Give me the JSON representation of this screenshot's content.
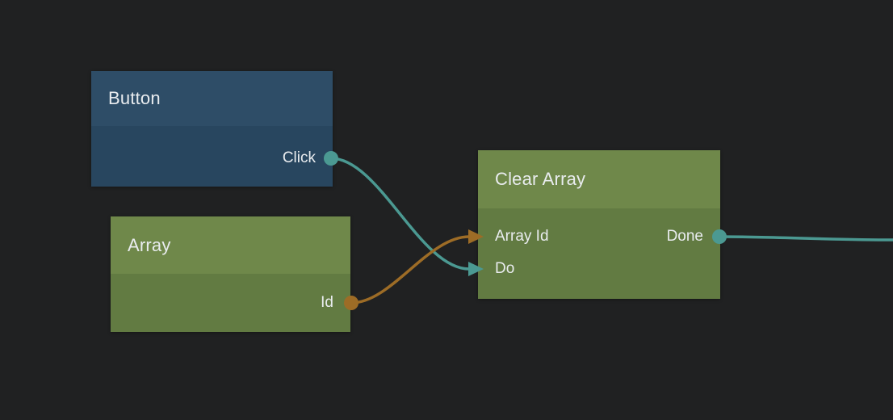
{
  "canvas": {
    "background": "#202122",
    "colors": {
      "signal_teal": "#4b9992",
      "data_orange": "#9d6c26",
      "text": "#e9ecef",
      "blue_header": "#2e4d67",
      "blue_body": "#28465f",
      "green_header": "#6f884a",
      "green_body": "#627b42"
    }
  },
  "nodes": [
    {
      "id": "button",
      "title": "Button",
      "color": "blue",
      "outputs": [
        {
          "label": "Click",
          "kind": "signal"
        }
      ]
    },
    {
      "id": "array",
      "title": "Array",
      "color": "green",
      "outputs": [
        {
          "label": "Id",
          "kind": "data"
        }
      ]
    },
    {
      "id": "clear-array",
      "title": "Clear Array",
      "color": "green",
      "inputs": [
        {
          "label": "Array Id",
          "kind": "data"
        },
        {
          "label": "Do",
          "kind": "signal"
        }
      ],
      "outputs": [
        {
          "label": "Done",
          "kind": "signal"
        }
      ]
    }
  ],
  "connections": [
    {
      "from": "Button.Click",
      "to": "Clear Array.Do",
      "kind": "signal"
    },
    {
      "from": "Array.Id",
      "to": "Clear Array.Array Id",
      "kind": "data"
    },
    {
      "from": "Clear Array.Done",
      "to": "offscreen-right",
      "kind": "signal"
    }
  ]
}
